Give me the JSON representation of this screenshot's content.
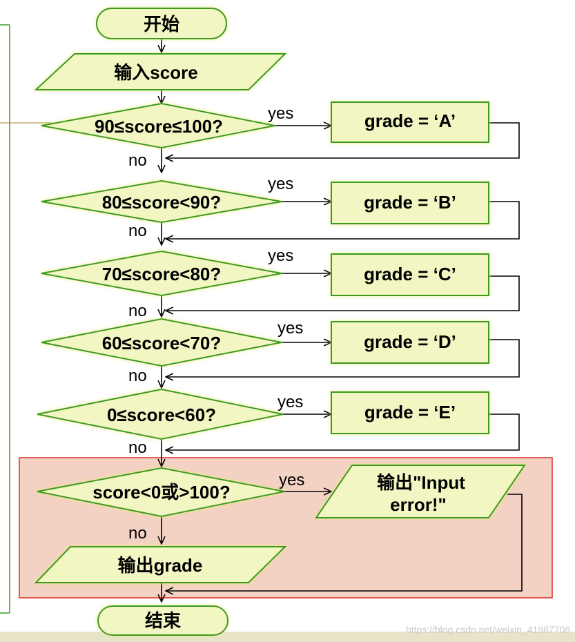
{
  "flowchart": {
    "start": "开始",
    "input": "输入score",
    "decisions": [
      {
        "condition": "90≤score≤100?",
        "yes_label": "yes",
        "no_label": "no",
        "action": "grade = ‘A’"
      },
      {
        "condition": "80≤score<90?",
        "yes_label": "yes",
        "no_label": "no",
        "action": "grade = ‘B’"
      },
      {
        "condition": "70≤score<80?",
        "yes_label": "yes",
        "no_label": "no",
        "action": "grade = ‘C’"
      },
      {
        "condition": "60≤score<70?",
        "yes_label": "yes",
        "no_label": "no",
        "action": "grade = ‘D’"
      },
      {
        "condition": "0≤score<60?",
        "yes_label": "yes",
        "no_label": "no",
        "action": "grade = ‘E’"
      }
    ],
    "error_check": {
      "condition": "score<0或>100?",
      "yes_label": "yes",
      "no_label": "no",
      "output_line1": "输出\"Input",
      "output_line2": "error!\""
    },
    "output": "输出grade",
    "end": "结束"
  },
  "watermark": "https://blog.csdn.net/weixin_41987706",
  "colors": {
    "shape_fill": "#f2f6c2",
    "shape_stroke": "#3c9a1e",
    "highlight_fill": "#f3d2c4",
    "highlight_stroke": "#d9312a",
    "line": "#000000"
  }
}
